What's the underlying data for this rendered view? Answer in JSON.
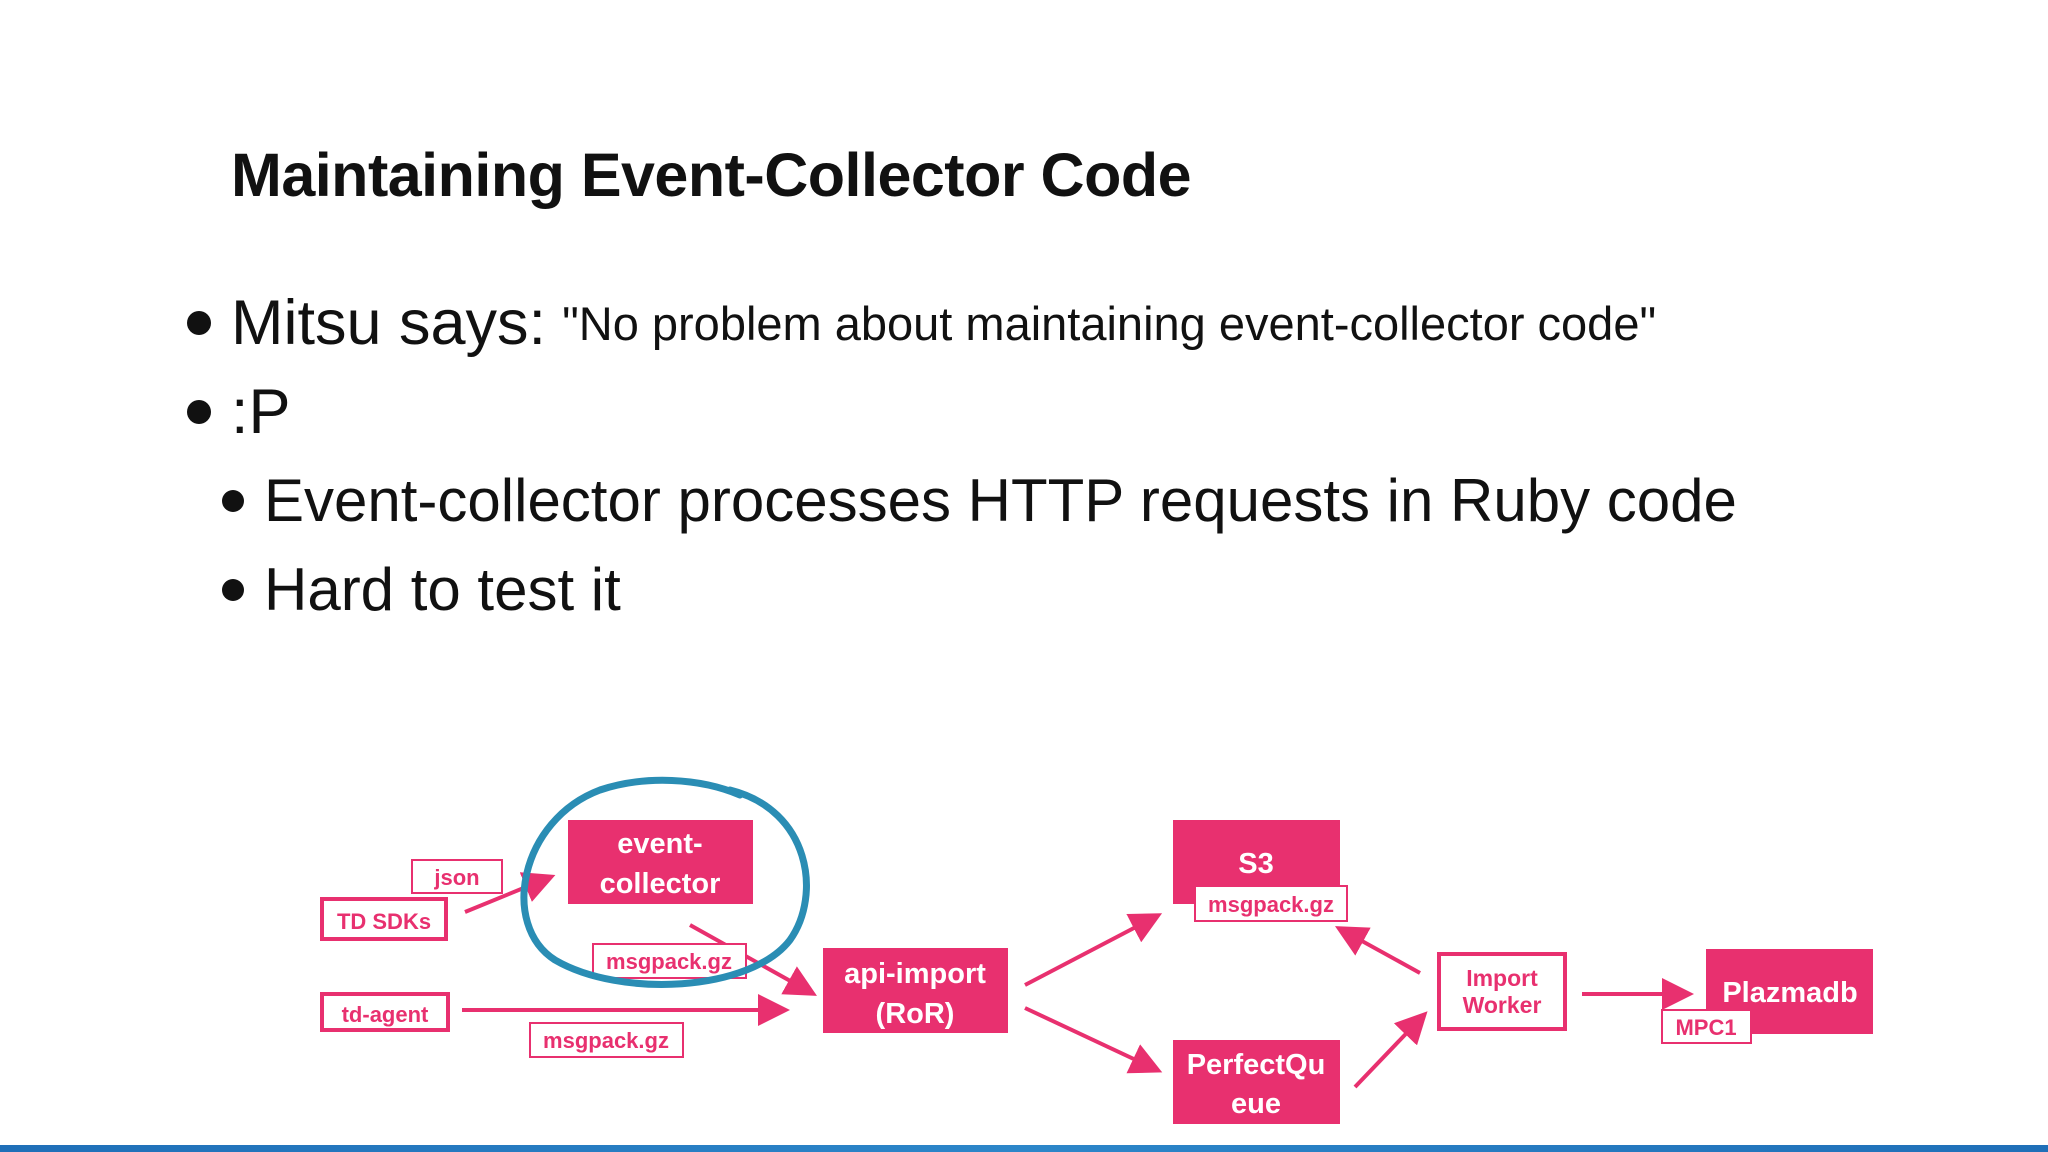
{
  "slide": {
    "title": "Maintaining Event-Collector Code",
    "bullets": [
      {
        "lead": "Mitsu says:",
        "quote": "\"No problem about maintaining event-collector code\""
      },
      {
        "lead": ":P"
      }
    ],
    "sub_bullets": [
      "Event-collector processes HTTP requests in Ruby code",
      "Hard to test it"
    ]
  },
  "diagram": {
    "nodes": {
      "event_collector": [
        "event-",
        "collector"
      ],
      "api_import": [
        "api-import",
        "(RoR)"
      ],
      "s3": [
        "S3"
      ],
      "perfect_queue": [
        "PerfectQu",
        "eue"
      ],
      "plazmadb": [
        "Plazmadb"
      ]
    },
    "sources": {
      "td_sdks": "TD SDKs",
      "td_agent": "td-agent",
      "import_worker": [
        "Import",
        "Worker"
      ]
    },
    "tags": {
      "json": "json",
      "msgpack_ec": "msgpack.gz",
      "msgpack_agent": "msgpack.gz",
      "msgpack_s3": "msgpack.gz",
      "mpc1": "MPC1"
    }
  },
  "colors": {
    "accent": "#e8306f",
    "highlight_circle": "#2a8db4",
    "bottom_bar": "#1f6fb8"
  }
}
